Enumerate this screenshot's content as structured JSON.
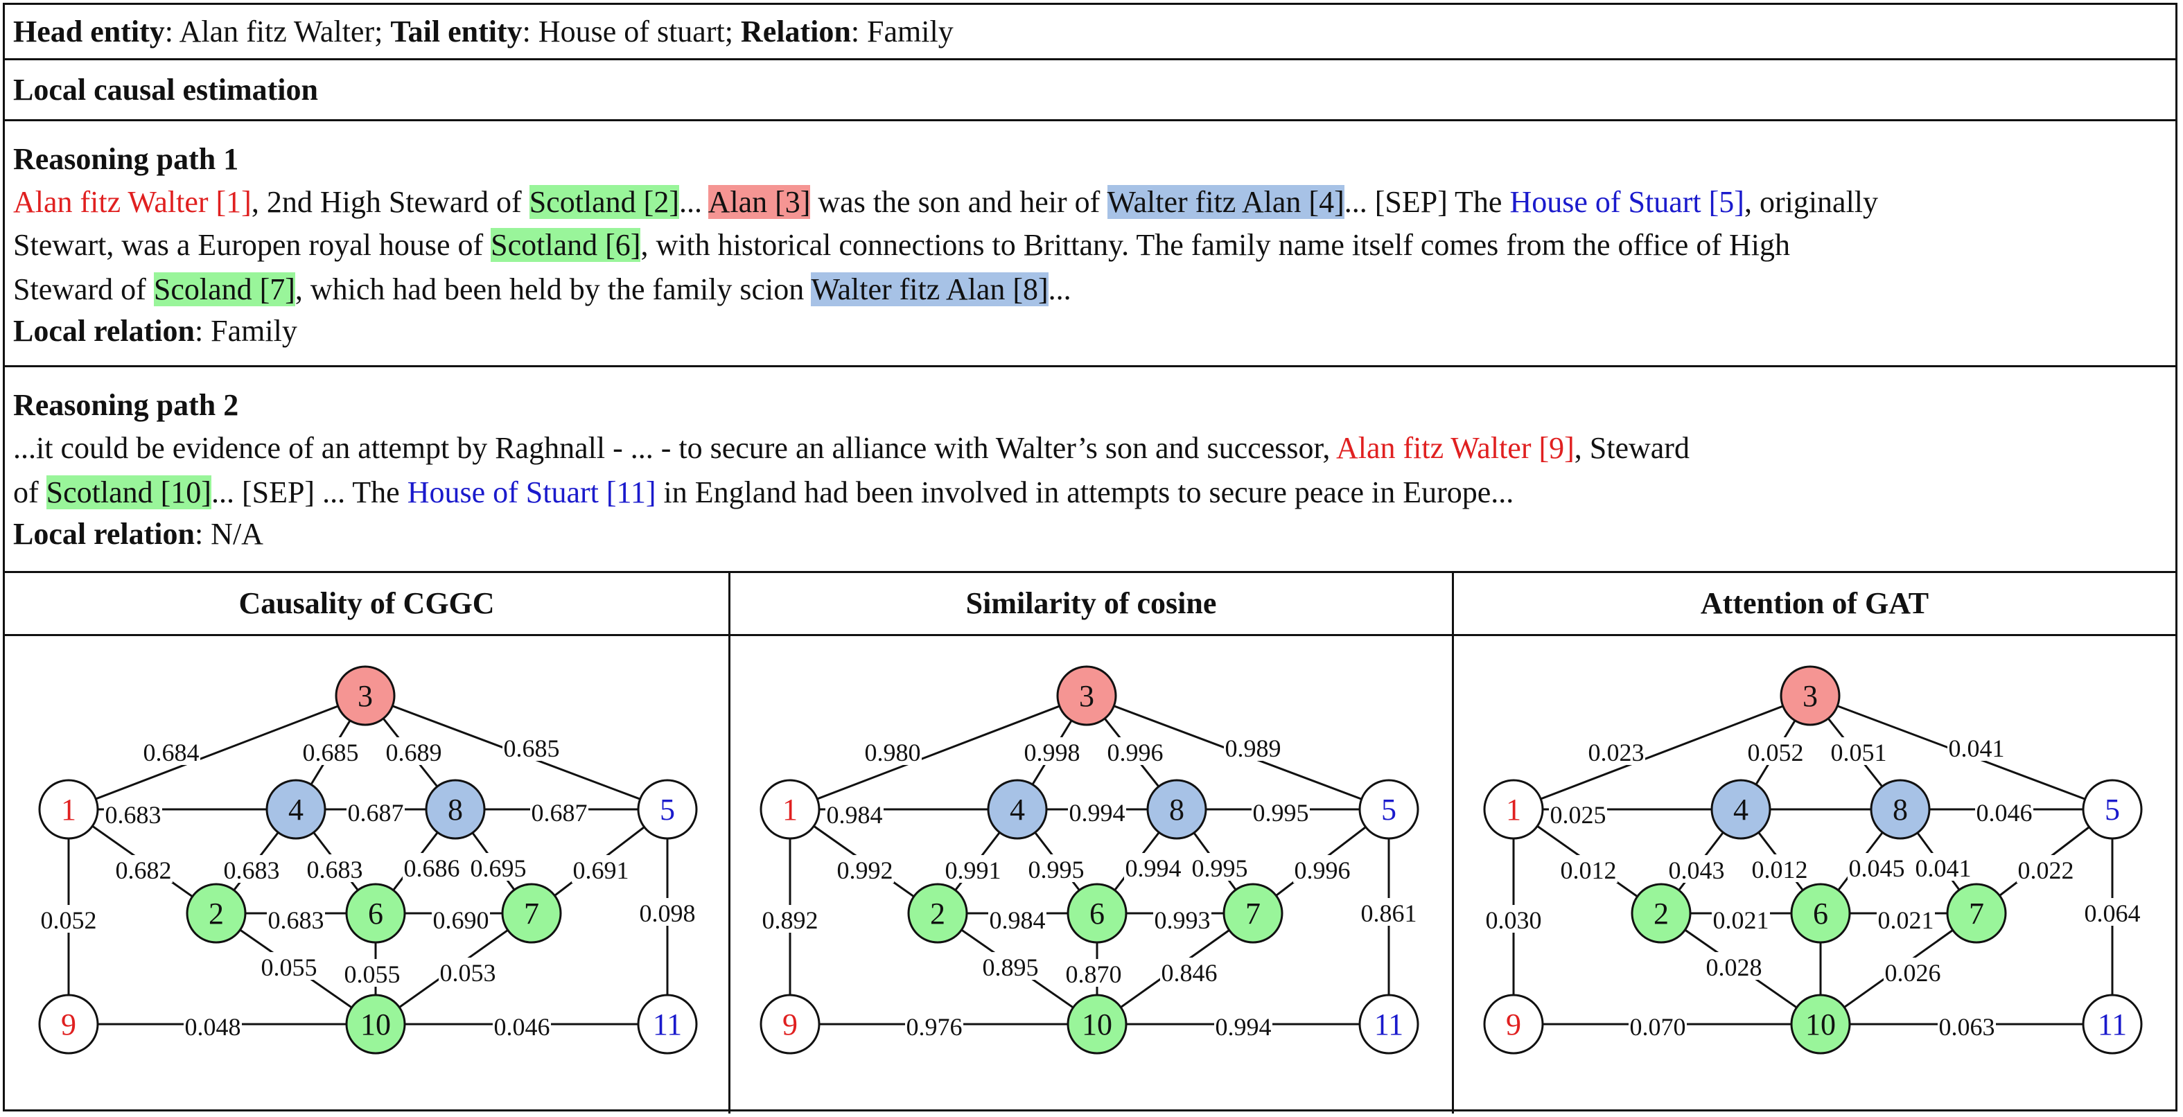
{
  "header": {
    "head_label": "Head entity",
    "head_value": "Alan fitz Walter;",
    "tail_label": "Tail entity",
    "tail_value": "House of stuart;",
    "relation_label": "Relation",
    "relation_value": "Family"
  },
  "section_title": "Local causal estimation",
  "path1": {
    "title": "Reasoning path 1",
    "line1": [
      {
        "t": "Alan fitz Walter [1]",
        "c": "red"
      },
      {
        "t": ", 2nd High Steward of ",
        "c": ""
      },
      {
        "t": "Scotland [2]",
        "c": "hl-green"
      },
      {
        "t": "... ",
        "c": ""
      },
      {
        "t": "Alan [3]",
        "c": "hl-red"
      },
      {
        "t": " was the son and heir of ",
        "c": ""
      },
      {
        "t": "Walter fitz Alan [4]",
        "c": "hl-blue"
      },
      {
        "t": "... [SEP] The ",
        "c": ""
      },
      {
        "t": "House of Stuart [5]",
        "c": "blue"
      },
      {
        "t": ", originally",
        "c": ""
      }
    ],
    "line2": [
      {
        "t": "Stewart, was a Europen royal house of  ",
        "c": ""
      },
      {
        "t": "Scotland [6]",
        "c": "hl-green"
      },
      {
        "t": ", with historical connections to Brittany. The family name itself comes from the office of High",
        "c": ""
      }
    ],
    "line3": [
      {
        "t": "Steward of  ",
        "c": ""
      },
      {
        "t": "Scoland [7]",
        "c": "hl-green"
      },
      {
        "t": ", which had been held by the family scion ",
        "c": ""
      },
      {
        "t": "Walter fitz Alan [8]",
        "c": "hl-blue"
      },
      {
        "t": "...",
        "c": ""
      }
    ],
    "relation_label": "Local relation",
    "relation_value": ": Family"
  },
  "path2": {
    "title": "Reasoning path 2",
    "line1": [
      {
        "t": "...it could be evidence of an attempt by Raghnall - ... - to secure an alliance with Walter’s son and successor, ",
        "c": ""
      },
      {
        "t": "Alan fitz Walter [9]",
        "c": "red"
      },
      {
        "t": ", Steward",
        "c": ""
      }
    ],
    "line2": [
      {
        "t": "of  ",
        "c": ""
      },
      {
        "t": "Scotland [10]",
        "c": "hl-green"
      },
      {
        "t": "... [SEP] ... The ",
        "c": ""
      },
      {
        "t": "House of Stuart [11]",
        "c": "blue"
      },
      {
        "t": " in England had been involved in attempts to secure peace in Europe...",
        "c": ""
      }
    ],
    "relation_label": "Local relation",
    "relation_value": ": N/A"
  },
  "colors": {
    "red_text": "#e02020",
    "blue_text": "#1a1acc",
    "node_red": "#f59593",
    "node_blue": "#a7c2e6",
    "node_green": "#99f59a",
    "node_white": "#ffffff"
  },
  "graph_nodes": [
    {
      "id": "1",
      "fill": "white",
      "text": "red"
    },
    {
      "id": "2",
      "fill": "green",
      "text": "black"
    },
    {
      "id": "3",
      "fill": "red",
      "text": "black"
    },
    {
      "id": "4",
      "fill": "blue",
      "text": "black"
    },
    {
      "id": "5",
      "fill": "white",
      "text": "blue"
    },
    {
      "id": "6",
      "fill": "green",
      "text": "black"
    },
    {
      "id": "7",
      "fill": "green",
      "text": "black"
    },
    {
      "id": "8",
      "fill": "blue",
      "text": "black"
    },
    {
      "id": "9",
      "fill": "white",
      "text": "red"
    },
    {
      "id": "10",
      "fill": "green",
      "text": "black"
    },
    {
      "id": "11",
      "fill": "white",
      "text": "blue"
    }
  ],
  "graph_edges": [
    [
      "1",
      "3"
    ],
    [
      "3",
      "5"
    ],
    [
      "3",
      "4"
    ],
    [
      "3",
      "8"
    ],
    [
      "1",
      "4"
    ],
    [
      "4",
      "8"
    ],
    [
      "8",
      "5"
    ],
    [
      "1",
      "2"
    ],
    [
      "4",
      "2"
    ],
    [
      "4",
      "6"
    ],
    [
      "8",
      "6"
    ],
    [
      "8",
      "7"
    ],
    [
      "5",
      "7"
    ],
    [
      "2",
      "6"
    ],
    [
      "6",
      "7"
    ],
    [
      "1",
      "9"
    ],
    [
      "5",
      "11"
    ],
    [
      "2",
      "10"
    ],
    [
      "6",
      "10"
    ],
    [
      "7",
      "10"
    ],
    [
      "9",
      "10"
    ],
    [
      "10",
      "11"
    ]
  ],
  "panels": [
    {
      "title": "Causality of CGGC",
      "weights": [
        "0.684",
        "0.685",
        "0.685",
        "0.689",
        "0.683",
        "0.687",
        "0.687",
        "0.682",
        "0.683",
        "0.683",
        "0.686",
        "0.695",
        "0.691",
        "0.683",
        "0.690",
        "0.052",
        "0.098",
        "0.055",
        "0.055",
        "0.053",
        "0.048",
        "0.046"
      ]
    },
    {
      "title": "Similarity of cosine",
      "weights": [
        "0.980",
        "0.989",
        "0.998",
        "0.996",
        "0.984",
        "0.994",
        "0.995",
        "0.992",
        "0.991",
        "0.995",
        "0.994",
        "0.995",
        "0.996",
        "0.984",
        "0.993",
        "0.892",
        "0.861",
        "0.895",
        "0.870",
        "0.846",
        "0.976",
        "0.994"
      ]
    },
    {
      "title": "Attention of GAT",
      "weights": [
        "0.023",
        "0.041",
        "0.052",
        "0.051",
        "0.025",
        "",
        "0.046",
        "0.012",
        "0.043",
        "0.012",
        "0.045",
        "0.041",
        "0.022",
        "0.021",
        "0.021",
        "0.030",
        "0.064",
        "0.028",
        "",
        "0.026",
        "0.070",
        "0.063"
      ]
    }
  ]
}
